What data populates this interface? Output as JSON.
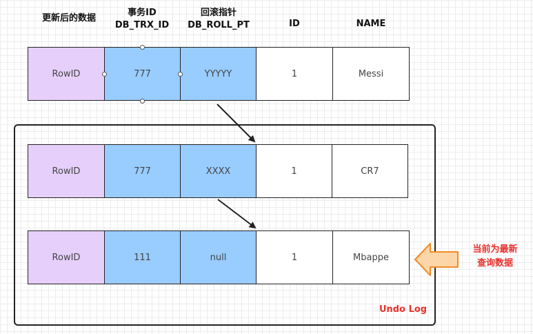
{
  "headers": {
    "updated_data": "更新后的数据",
    "trx_id_line1": "事务ID",
    "trx_id_line2": "DB_TRX_ID",
    "roll_ptr_line1": "回滚指针",
    "roll_ptr_line2": "DB_ROLL_PT",
    "id": "ID",
    "name": "NAME"
  },
  "current_row": {
    "rowid": "RowID",
    "trx_id": "777",
    "roll_ptr": "YYYYY",
    "id": "1",
    "name": "Messi"
  },
  "undo_log": {
    "label": "Undo Log",
    "rows": [
      {
        "rowid": "RowID",
        "trx_id": "777",
        "roll_ptr": "XXXX",
        "id": "1",
        "name": "CR7"
      },
      {
        "rowid": "RowID",
        "trx_id": "111",
        "roll_ptr": "null",
        "id": "1",
        "name": "Mbappe"
      }
    ]
  },
  "note": {
    "line1": "当前为最新",
    "line2": "查询数据"
  },
  "colors": {
    "rowid_fill": "#e6d0fb",
    "id_fill": "#99ccff",
    "accent_red": "#e8322d",
    "arrow_fill": "#fcd5a8",
    "arrow_stroke": "#f08c25"
  }
}
